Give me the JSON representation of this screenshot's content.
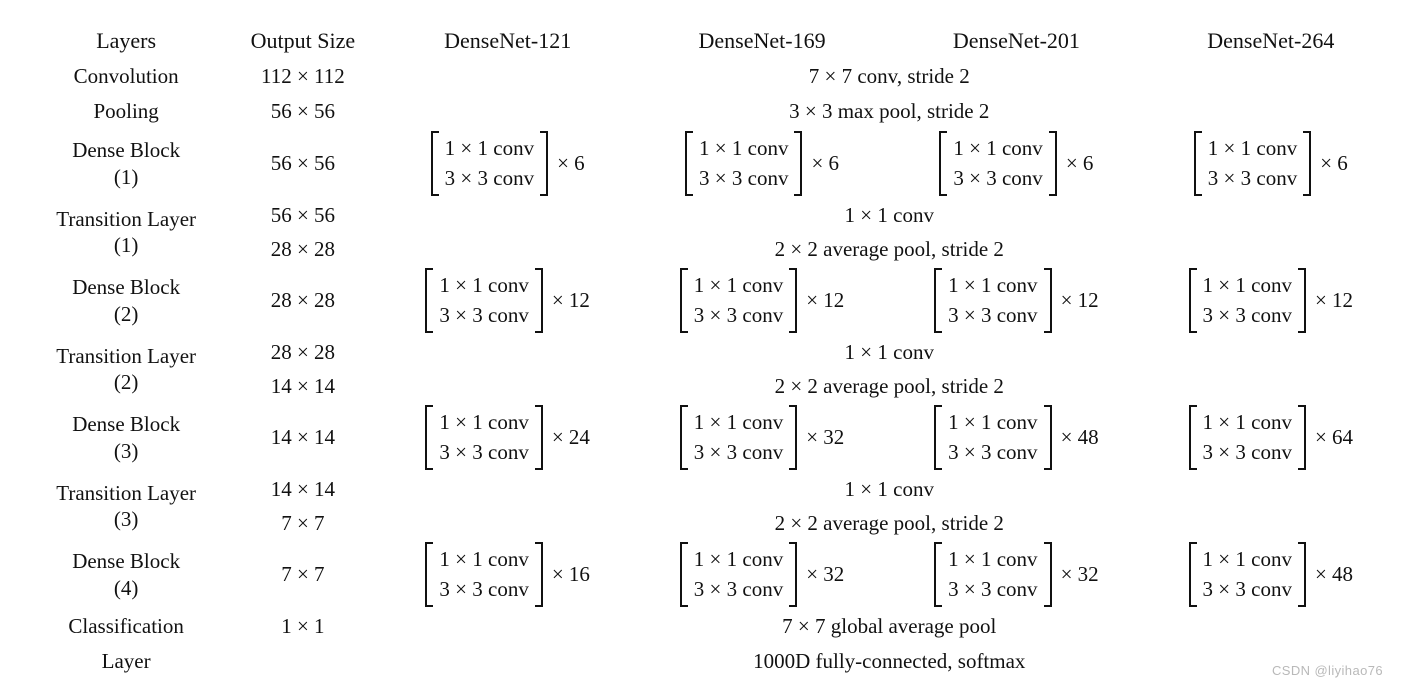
{
  "table": {
    "caption_absent": true,
    "columns": [
      "Layers",
      "Output Size",
      "DenseNet-121",
      "DenseNet-169",
      "DenseNet-201",
      "DenseNet-264"
    ],
    "conv_row": {
      "layer": "Convolution",
      "output_size": "112 × 112",
      "spec": "7 × 7 conv, stride 2"
    },
    "pool_row": {
      "layer": "Pooling",
      "output_size": "56 × 56",
      "spec": "3 × 3 max pool, stride 2"
    },
    "dense_block_1": {
      "layer_line1": "Dense Block",
      "layer_line2": "(1)",
      "output_size": "56 × 56",
      "inner_line1": "1 × 1 conv",
      "inner_line2": "3 × 3 conv",
      "mult_121": "× 6",
      "mult_169": "× 6",
      "mult_201": "× 6",
      "mult_264": "× 6"
    },
    "transition_1": {
      "layer_line1": "Transition Layer",
      "layer_line2": "(1)",
      "output_size_a": "56 × 56",
      "spec_a": "1 × 1 conv",
      "output_size_b": "28 × 28",
      "spec_b": "2 × 2 average pool, stride 2"
    },
    "dense_block_2": {
      "layer_line1": "Dense Block",
      "layer_line2": "(2)",
      "output_size": "28 × 28",
      "inner_line1": "1 × 1 conv",
      "inner_line2": "3 × 3 conv",
      "mult_121": "× 12",
      "mult_169": "× 12",
      "mult_201": "× 12",
      "mult_264": "× 12"
    },
    "transition_2": {
      "layer_line1": "Transition Layer",
      "layer_line2": "(2)",
      "output_size_a": "28 × 28",
      "spec_a": "1 × 1 conv",
      "output_size_b": "14 × 14",
      "spec_b": "2 × 2 average pool, stride 2"
    },
    "dense_block_3": {
      "layer_line1": "Dense Block",
      "layer_line2": "(3)",
      "output_size": "14 × 14",
      "inner_line1": "1 × 1 conv",
      "inner_line2": "3 × 3 conv",
      "mult_121": "× 24",
      "mult_169": "× 32",
      "mult_201": "× 48",
      "mult_264": "× 64"
    },
    "transition_3": {
      "layer_line1": "Transition Layer",
      "layer_line2": "(3)",
      "output_size_a": "14 × 14",
      "spec_a": "1 × 1 conv",
      "output_size_b": "7 × 7",
      "spec_b": "2 × 2 average pool, stride 2"
    },
    "dense_block_4": {
      "layer_line1": "Dense Block",
      "layer_line2": "(4)",
      "output_size": "7 × 7",
      "inner_line1": "1 × 1 conv",
      "inner_line2": "3 × 3 conv",
      "mult_121": "× 16",
      "mult_169": "× 32",
      "mult_201": "× 32",
      "mult_264": "× 48"
    },
    "classification": {
      "layer_line1": "Classification",
      "layer_line2": "Layer",
      "output_size_a": "1 × 1",
      "spec_a": "7 × 7 global average pool",
      "output_size_b": "",
      "spec_b": "1000D fully-connected, softmax"
    }
  },
  "watermark": {
    "text": "CSDN @liyihao76",
    "color": "#b9b9b9"
  }
}
